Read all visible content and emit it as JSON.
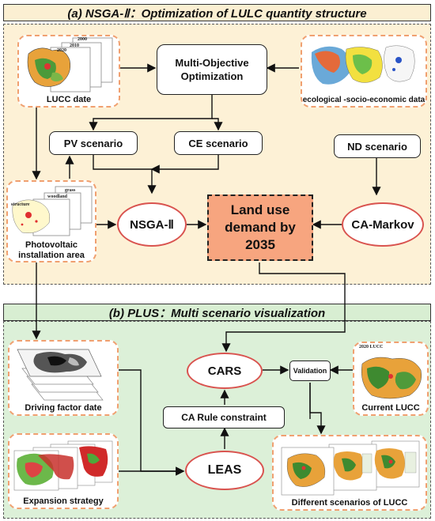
{
  "panel_a": {
    "title": "(a)  NSGA-Ⅱ：Optimization  of  LULC quantity structure",
    "moo": "Multi-Objective Optimization",
    "pv": "PV scenario",
    "ce": "CE scenario",
    "nd": "ND scenario",
    "nsga": "NSGA-Ⅱ",
    "camarkov": "CA-Markov",
    "demand": "Land use demand by 2035",
    "lucc_date": "LUCC date",
    "eco_data": "ecological -socio-economic data",
    "pv_area": "Photovoltaic installation area",
    "stack_years": [
      "2000",
      "2010",
      "2020"
    ],
    "pv_layers": [
      "grass",
      "woodland",
      "structure"
    ]
  },
  "panel_b": {
    "title": "(b)  PLUS：Multi scenario visualization",
    "cars": "CARS",
    "validation": "Validation",
    "ca_rule": "CA Rule constraint",
    "leas": "LEAS",
    "driving": "Driving factor date",
    "current_lucc": "Current LUCC",
    "current_label": "2020 LUCC",
    "expansion": "Expansion strategy",
    "scenarios": "Different scenarios of LUCC"
  },
  "colors": {
    "panel_a_bg": "#fdf1d6",
    "panel_b_bg": "#dcf0d8",
    "ellipse_border": "#d9534f",
    "demand_fill": "#f7a57f",
    "frame_border": "#f0a070"
  }
}
